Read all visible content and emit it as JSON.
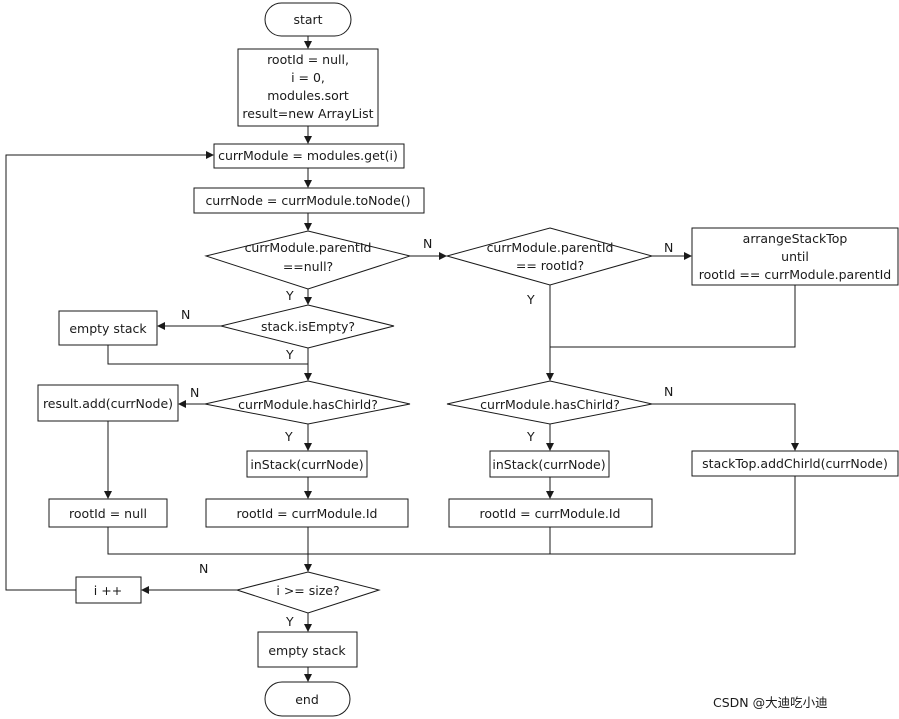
{
  "nodes": {
    "start": "start",
    "init": [
      "rootId = null,",
      "i = 0,",
      "modules.sort",
      "result=new ArrayList"
    ],
    "get_module": "currModule = modules.get(i)",
    "to_node": "currNode = currModule.toNode()",
    "parent_null": [
      "currModule.parentId",
      "==null?"
    ],
    "parent_eq_root": [
      "currModule.parentId",
      "== rootId?"
    ],
    "arrange": [
      "arrangeStackTop",
      "until",
      "rootId == currModule.parentId"
    ],
    "empty_stack_left": "empty stack",
    "stack_empty": "stack.isEmpty?",
    "has_child_left": "currModule.hasChirld?",
    "has_child_right": "currModule.hasChirld?",
    "result_add": "result.add(currNode)",
    "instack_left": "inStack(currNode)",
    "instack_right": "inStack(currNode)",
    "stacktop_add": "stackTop.addChirld(currNode)",
    "rootid_null": "rootId = null",
    "rootid_curr_left": "rootId = currModule.Id",
    "rootid_curr_right": "rootId = currModule.Id",
    "i_check": "i >= size?",
    "i_inc": "i ++",
    "empty_stack_end": "empty stack",
    "end": "end"
  },
  "edge_labels": {
    "parent_null_no": "N",
    "parent_null_yes": "Y",
    "parent_eq_root_no": "N",
    "parent_eq_root_yes": "Y",
    "stack_empty_no": "N",
    "stack_empty_yes": "Y",
    "has_child_left_no": "N",
    "has_child_left_yes": "Y",
    "has_child_right_no": "N",
    "has_child_right_yes": "Y",
    "i_check_no": "N",
    "i_check_yes": "Y"
  },
  "watermark": "CSDN @大迪吃小迪"
}
